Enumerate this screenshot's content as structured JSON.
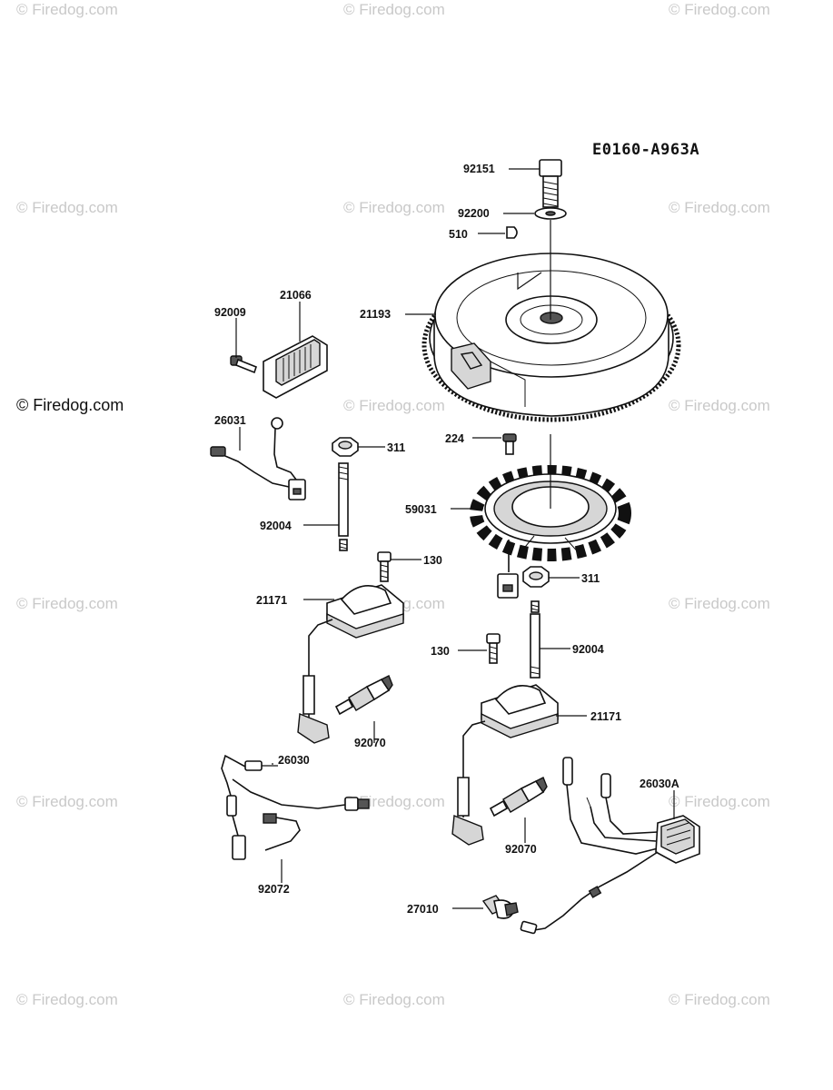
{
  "diagram": {
    "code": "E0160-A963A",
    "watermark": "© Firedog.com",
    "side_watermark": "© Firedog.com",
    "parts": [
      {
        "id": "p92151",
        "number": "92151"
      },
      {
        "id": "p92200",
        "number": "92200"
      },
      {
        "id": "p510",
        "number": "510"
      },
      {
        "id": "p21193",
        "number": "21193"
      },
      {
        "id": "p21066",
        "number": "21066"
      },
      {
        "id": "p92009",
        "number": "92009"
      },
      {
        "id": "p26031",
        "number": "26031"
      },
      {
        "id": "p311a",
        "number": "311"
      },
      {
        "id": "p224",
        "number": "224"
      },
      {
        "id": "p59031",
        "number": "59031"
      },
      {
        "id": "p92004a",
        "number": "92004"
      },
      {
        "id": "p130a",
        "number": "130"
      },
      {
        "id": "p311b",
        "number": "311"
      },
      {
        "id": "p21171a",
        "number": "21171"
      },
      {
        "id": "p130b",
        "number": "130"
      },
      {
        "id": "p92004b",
        "number": "92004"
      },
      {
        "id": "p92070a",
        "number": "92070"
      },
      {
        "id": "p21171b",
        "number": "21171"
      },
      {
        "id": "p26030",
        "number": "26030"
      },
      {
        "id": "p26030A",
        "number": "26030A"
      },
      {
        "id": "p92072",
        "number": "92072"
      },
      {
        "id": "p92070b",
        "number": "92070"
      },
      {
        "id": "p27010",
        "number": "27010"
      }
    ]
  }
}
